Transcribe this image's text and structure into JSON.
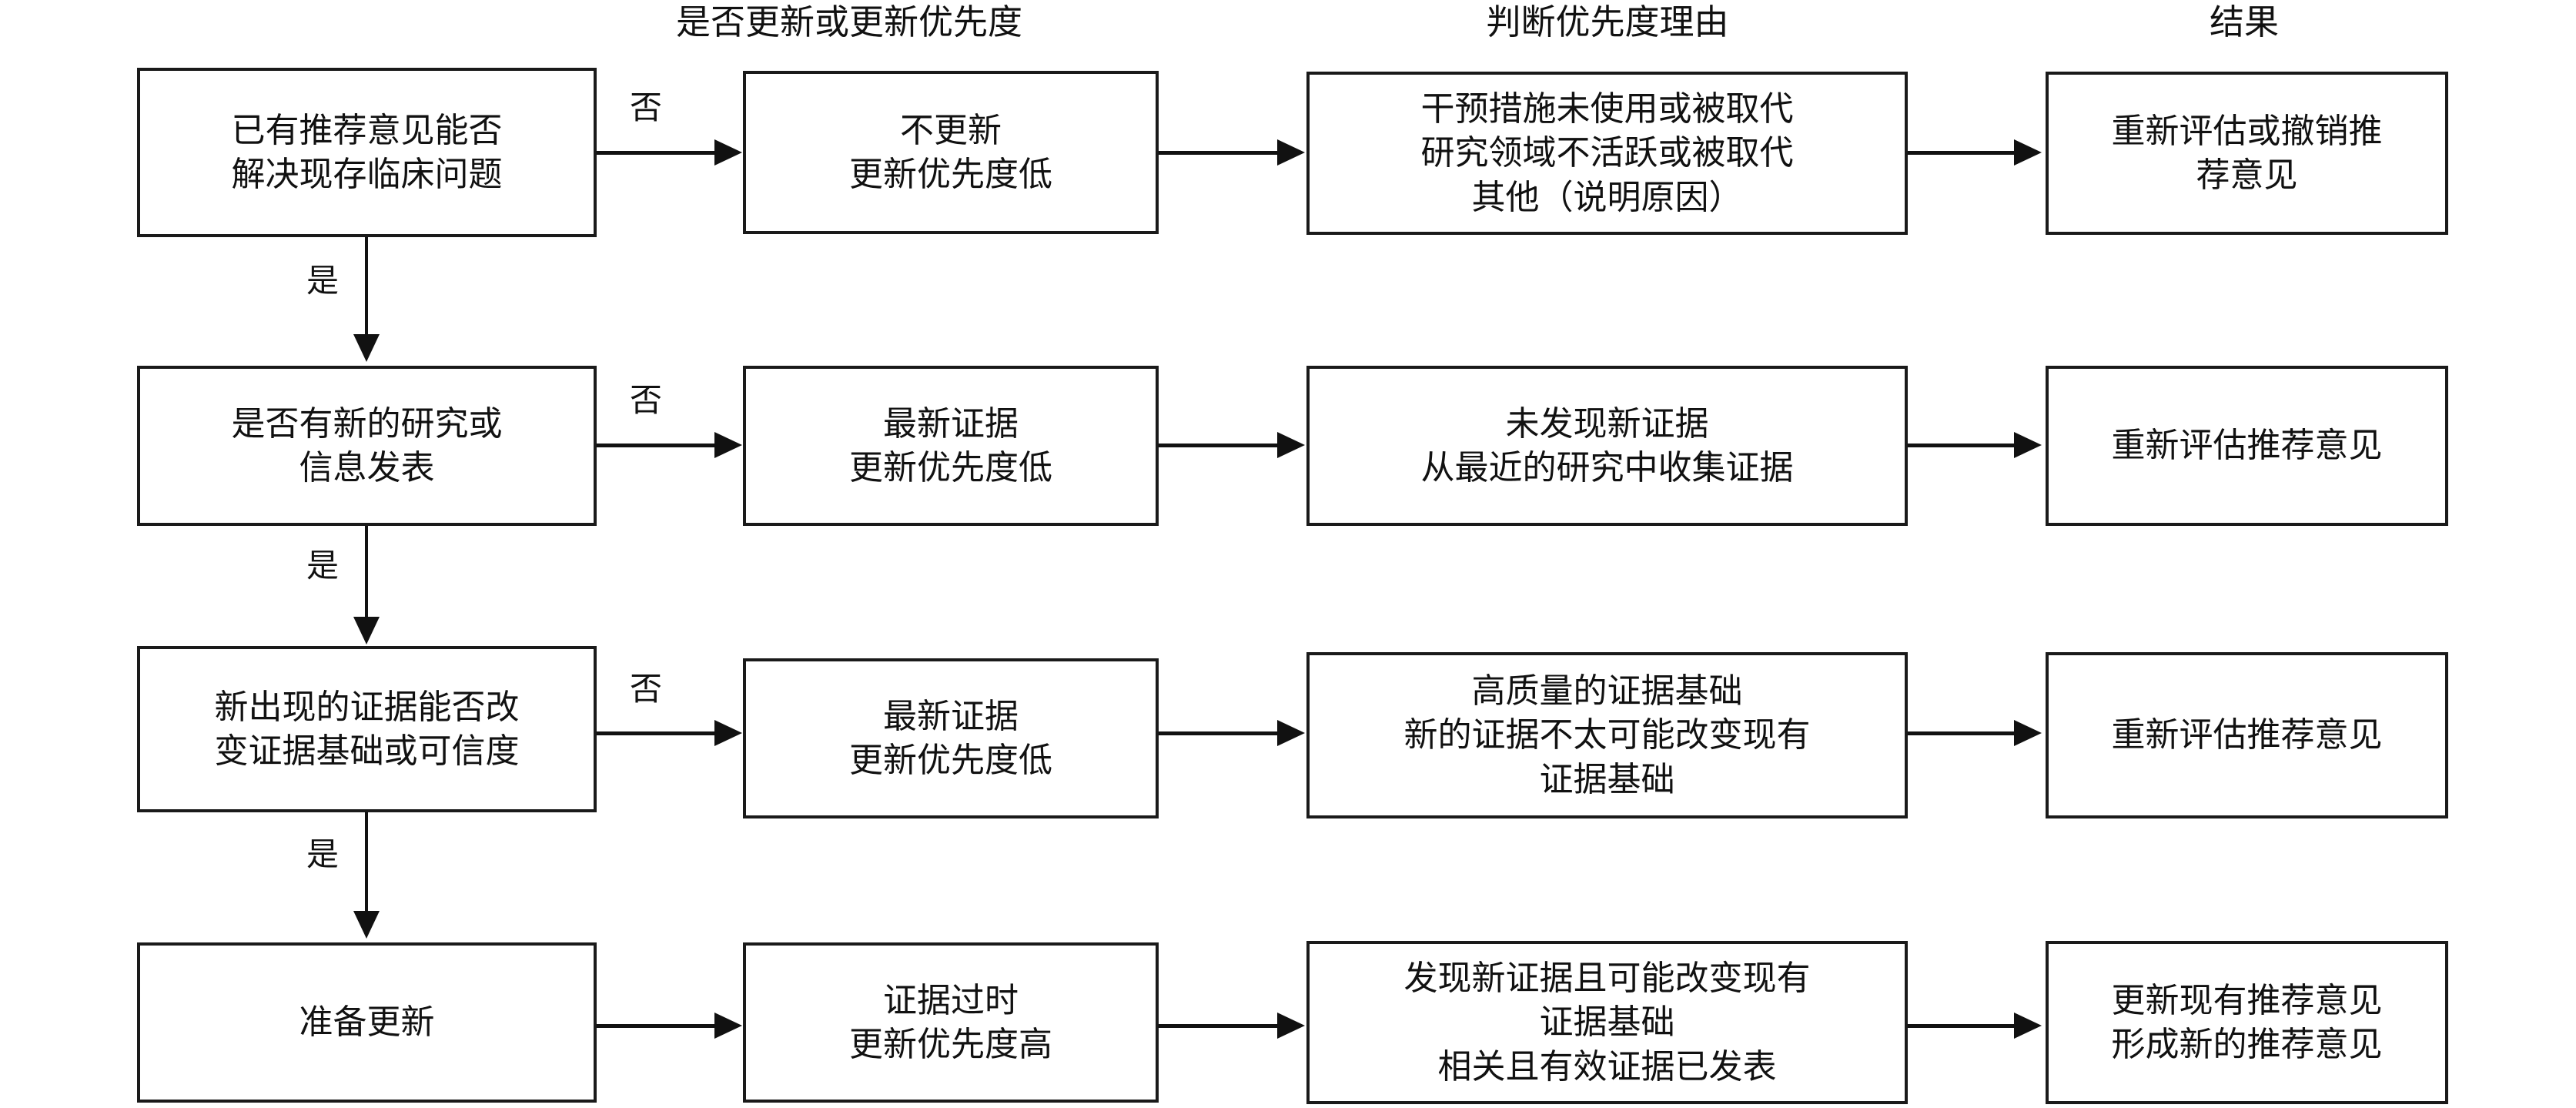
{
  "diagram": {
    "title_columns": [
      {
        "label": "是否更新或更新优先度"
      },
      {
        "label": "判断优先度理由"
      },
      {
        "label": "结果"
      }
    ],
    "rows": [
      {
        "question": "已有推荐意见能否\n解决现存临床问题",
        "decision": "不更新\n更新优先度低",
        "reason": "干预措施未使用或被取代\n研究领域不活跃或被取代\n其他（说明原因）",
        "outcome": "重新评估或撤销推\n荐意见",
        "no_label": "否",
        "yes_label": "是"
      },
      {
        "question": "是否有新的研究或\n信息发表",
        "decision": "最新证据\n更新优先度低",
        "reason": "未发现新证据\n从最近的研究中收集证据",
        "outcome": "重新评估推荐意见",
        "no_label": "否",
        "yes_label": "是"
      },
      {
        "question": "新出现的证据能否改\n变证据基础或可信度",
        "decision": "最新证据\n更新优先度低",
        "reason": "高质量的证据基础\n新的证据不太可能改变现有\n证据基础",
        "outcome": "重新评估推荐意见",
        "no_label": "否",
        "yes_label": "是"
      },
      {
        "question": "准备更新",
        "decision": "证据过时\n更新优先度高",
        "reason": "发现新证据且可能改变现有\n证据基础\n相关且有效证据已发表",
        "outcome": "更新现有推荐意见\n形成新的推荐意见",
        "no_label": "",
        "yes_label": ""
      }
    ],
    "colors": {
      "stroke": "#1a1a1a",
      "text": "#111111",
      "background": "#ffffff"
    }
  }
}
